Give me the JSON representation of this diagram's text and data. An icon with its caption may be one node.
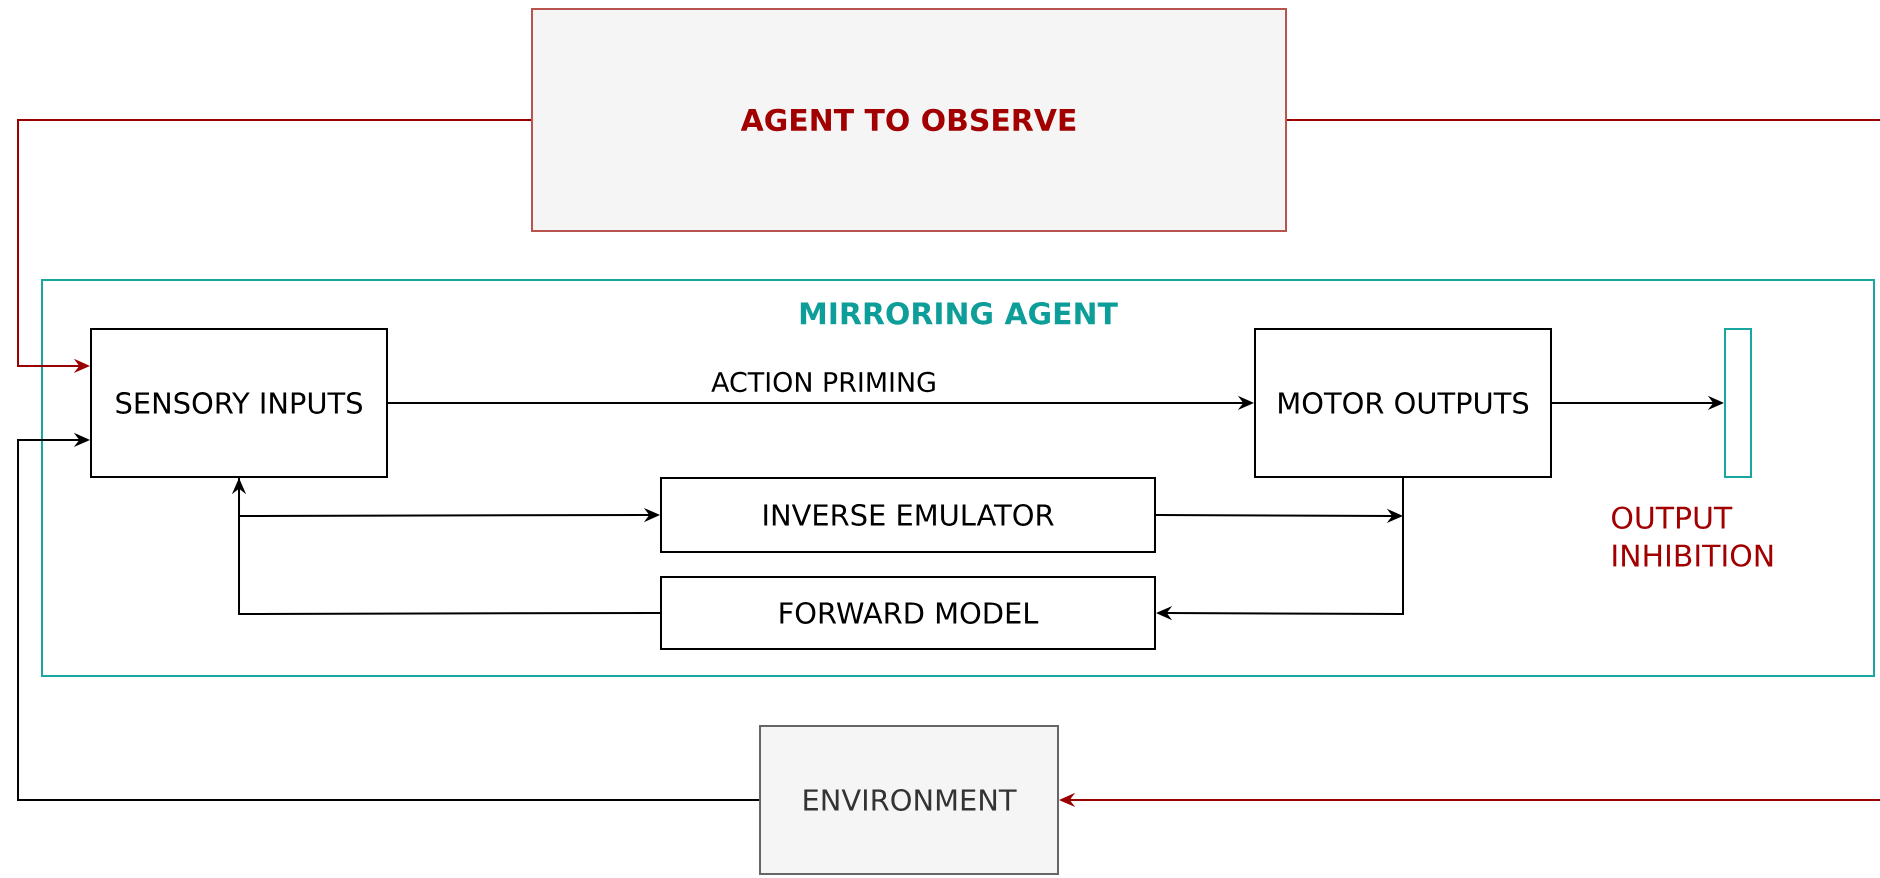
{
  "diagram": {
    "nodes": [
      {
        "text": [
          "AGENT TO OBSERVE"
        ]
      },
      {
        "text": [
          "MIRRORING AGENT"
        ]
      },
      {
        "text": [
          "SENSORY INPUTS"
        ],
        "in": 1
      },
      {
        "text": [
          "MOTOR OUTPUTS"
        ],
        "in": 1
      },
      {
        "text": [],
        "shape": "bar",
        "in": 1,
        "beside": [
          "OUTPUT INHIBITION"
        ]
      },
      {
        "text": [
          "INVERSE EMULATOR"
        ],
        "in": 1
      },
      {
        "text": [
          "FORWARD MODEL"
        ],
        "in": 1
      },
      {
        "text": [
          "ENVIRONMENT"
        ]
      }
    ],
    "edges": [
      {
        "from": 0,
        "to": 2,
        "arrow": "to",
        "color": "#990000"
      },
      {
        "from": 0,
        "to": null,
        "arrow": "none",
        "color": "#990000"
      },
      {
        "from": 7,
        "to": 2,
        "arrow": "to"
      },
      {
        "from": null,
        "to": 7,
        "arrow": "to",
        "color": "#990000"
      },
      {
        "from": 2,
        "to": 3,
        "arrow": "to",
        "label": "ACTION PRIMING"
      },
      {
        "from": 3,
        "to": 4,
        "arrow": "to"
      },
      {
        "from": 2,
        "to": 5,
        "arrow": "to"
      },
      {
        "from": 6,
        "to": 2,
        "arrow": "to"
      },
      {
        "from": 5,
        "to": 3,
        "arrow": "to"
      },
      {
        "from": 3,
        "to": 6,
        "arrow": "to"
      }
    ]
  }
}
